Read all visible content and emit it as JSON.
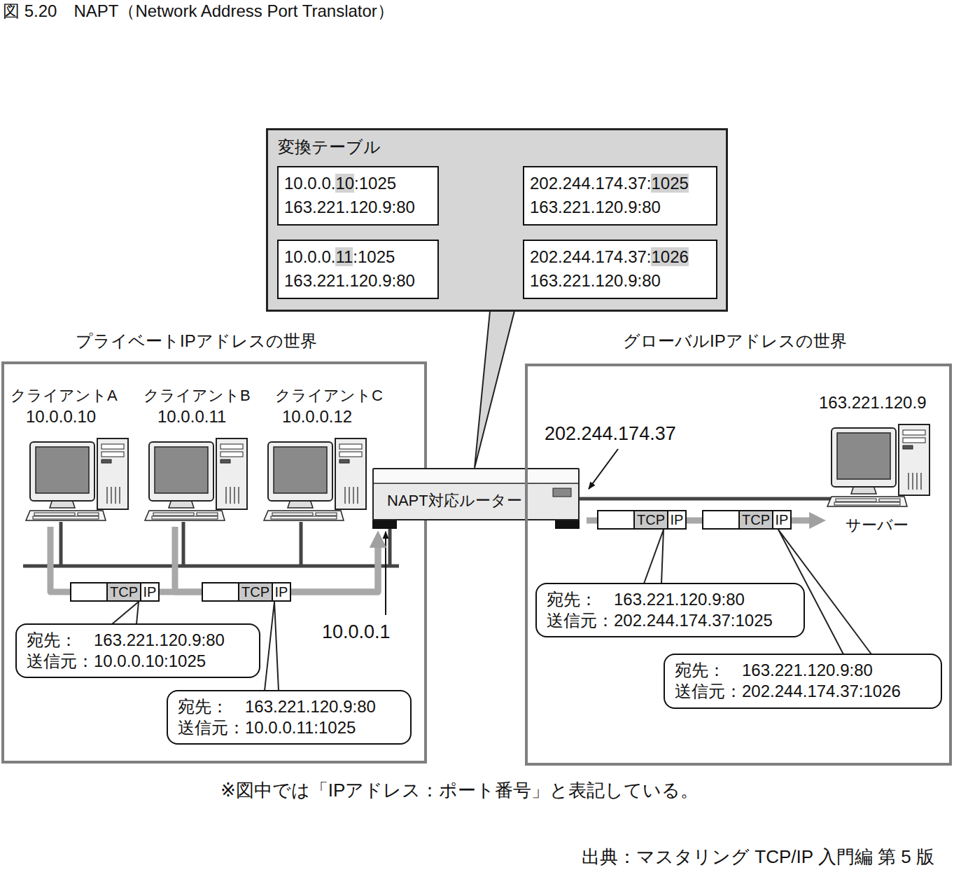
{
  "diagram": {
    "title": "図 5.20　NAPT（Network Address Port Translator）",
    "nodes": [
      {
        "text": [
          "変換テーブル"
        ]
      },
      {
        "text": [
          "10.0.0.10:1025",
          "163.221.120.9:80"
        ],
        "in": 0
      },
      {
        "text": [
          "202.244.174.37:1025",
          "163.221.120.9:80"
        ],
        "in": 0
      },
      {
        "text": [
          "10.0.0.11:1025",
          "163.221.120.9:80"
        ],
        "in": 0
      },
      {
        "text": [
          "202.244.174.37:1026",
          "163.221.120.9:80"
        ],
        "in": 0
      },
      {
        "text": [
          "プライベートIPアドレスの世界"
        ]
      },
      {
        "text": [
          "クライアントA",
          "10.0.0.10"
        ],
        "in": 5
      },
      {
        "text": [
          "クライアントB",
          "10.0.0.11"
        ],
        "in": 5
      },
      {
        "text": [
          "クライアントC",
          "10.0.0.12"
        ],
        "in": 5
      },
      {
        "text": [
          "TCP",
          "IP"
        ],
        "in": 5
      },
      {
        "text": [
          "TCP",
          "IP"
        ],
        "in": 5
      },
      {
        "text": [
          "宛先：　163.221.120.9:80",
          "送信元：10.0.0.10:1025"
        ],
        "in": 5
      },
      {
        "text": [
          "宛先：　163.221.120.9:80",
          "送信元：10.0.0.11:1025"
        ],
        "in": 5
      },
      {
        "text": [
          "NAPT対応ルーター"
        ]
      },
      {
        "text": [
          "グローバルIPアドレスの世界"
        ]
      },
      {
        "text": [
          "163.221.120.9",
          "サーバー"
        ],
        "in": 14
      },
      {
        "text": [
          "TCP",
          "IP"
        ],
        "in": 14
      },
      {
        "text": [
          "TCP",
          "IP"
        ],
        "in": 14
      },
      {
        "text": [
          "宛先：　163.221.120.9:80",
          "送信元：202.244.174.37:1025"
        ],
        "in": 14
      },
      {
        "text": [
          "宛先：　163.221.120.9:80",
          "送信元：202.244.174.37:1026"
        ],
        "in": 14
      }
    ],
    "edges": [
      {
        "from": 1,
        "to": 2,
        "arrow": "both"
      },
      {
        "from": 3,
        "to": 4,
        "arrow": "both"
      },
      {
        "from": 0,
        "to": 13,
        "arrow": "none"
      },
      {
        "from": 6,
        "to": 13,
        "arrow": "to"
      },
      {
        "from": 7,
        "to": 13,
        "arrow": "to"
      },
      {
        "from": 13,
        "to": 15,
        "arrow": "to"
      },
      {
        "from": 11,
        "to": 9,
        "arrow": "none"
      },
      {
        "from": 12,
        "to": 10,
        "arrow": "none"
      },
      {
        "from": 18,
        "to": 16,
        "arrow": "none"
      },
      {
        "from": 19,
        "to": 17,
        "arrow": "none"
      }
    ],
    "labels": [
      "202.244.174.37",
      "10.0.0.1",
      "※図中では「IPアドレス：ポート番号」と表記している。",
      "出典：マスタリング TCP/IP 入門編 第 5 版"
    ]
  }
}
